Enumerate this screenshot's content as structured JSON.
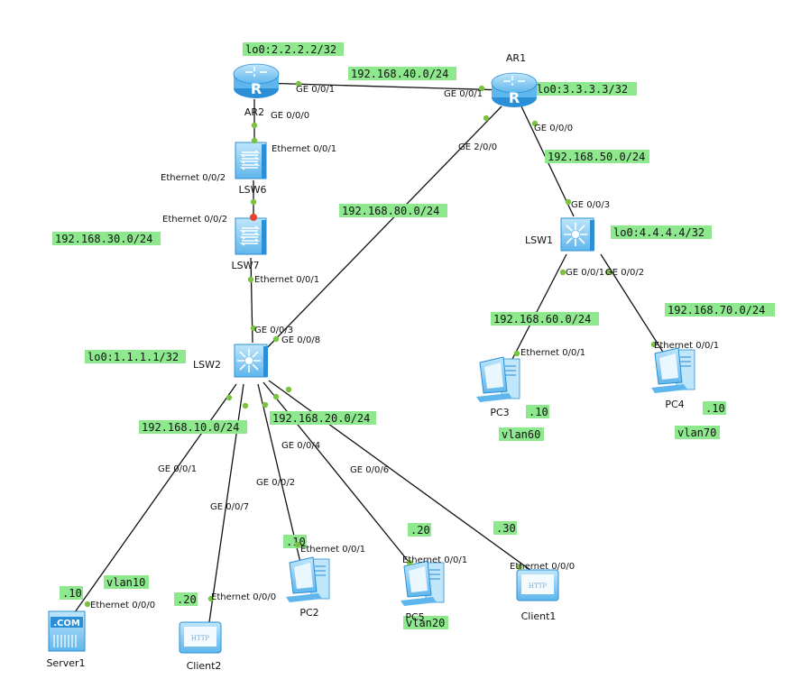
{
  "colors": {
    "link": "#111111",
    "port_dot": "#7cc242",
    "highlight_dot": "#e8432d",
    "tag_bg": "#8ee88e",
    "device_light": "#bfe6fb",
    "device_mid": "#5fb6ec",
    "device_dark": "#2a8fd6"
  },
  "devices": [
    {
      "id": "AR2",
      "kind": "router",
      "icon": "router-icon",
      "label": "AR2"
    },
    {
      "id": "AR1",
      "kind": "router",
      "icon": "router-icon",
      "label": "AR1"
    },
    {
      "id": "LSW6",
      "kind": "switch",
      "icon": "switch-icon",
      "label": "LSW6"
    },
    {
      "id": "LSW7",
      "kind": "switch",
      "icon": "switch-icon",
      "label": "LSW7"
    },
    {
      "id": "LSW1",
      "kind": "l3switch",
      "icon": "l3-switch-icon",
      "label": "LSW1"
    },
    {
      "id": "LSW2",
      "kind": "l3switch",
      "icon": "l3-switch-icon",
      "label": "LSW2"
    },
    {
      "id": "PC3",
      "kind": "pc",
      "icon": "pc-icon",
      "label": "PC3"
    },
    {
      "id": "PC4",
      "kind": "pc",
      "icon": "pc-icon",
      "label": "PC4"
    },
    {
      "id": "PC2",
      "kind": "pc",
      "icon": "pc-icon",
      "label": "PC2"
    },
    {
      "id": "PC5",
      "kind": "pc",
      "icon": "pc-icon",
      "label": "PC5"
    },
    {
      "id": "Client1",
      "kind": "client",
      "icon": "http-client-icon",
      "label": "Client1"
    },
    {
      "id": "Client2",
      "kind": "client",
      "icon": "http-client-icon",
      "label": "Client2"
    },
    {
      "id": "Server1",
      "kind": "server",
      "icon": "server-icon",
      "label": "Server1"
    }
  ],
  "icon_text": {
    "router": "R",
    "client": "HTTP",
    "server": ".COM"
  },
  "links": [
    {
      "from": "AR2",
      "to": "AR1",
      "from_port": "GE 0/0/1",
      "to_port": "GE 0/0/1"
    },
    {
      "from": "AR2",
      "to": "LSW6",
      "from_port": "GE 0/0/0",
      "to_port": "Ethernet 0/0/1"
    },
    {
      "from": "LSW6",
      "to": "LSW7",
      "from_port": "Ethernet 0/0/2",
      "to_port": "Ethernet 0/0/2",
      "blocked": true
    },
    {
      "from": "LSW7",
      "to": "LSW2",
      "from_port": "Ethernet 0/0/1",
      "to_port": "GE 0/0/3"
    },
    {
      "from": "AR1",
      "to": "LSW2",
      "from_port": "GE 2/0/0",
      "to_port": "GE 0/0/8"
    },
    {
      "from": "AR1",
      "to": "LSW1",
      "from_port": "GE 0/0/0",
      "to_port": "GE 0/0/3"
    },
    {
      "from": "LSW1",
      "to": "PC3",
      "from_port": "GE 0/0/1",
      "to_port": "Ethernet 0/0/1"
    },
    {
      "from": "LSW1",
      "to": "PC4",
      "from_port": "GE 0/0/2",
      "to_port": "Ethernet 0/0/1"
    },
    {
      "from": "LSW2",
      "to": "Server1",
      "from_port": "GE 0/0/1",
      "to_port": "Ethernet 0/0/0"
    },
    {
      "from": "LSW2",
      "to": "Client2",
      "from_port": "GE 0/0/7",
      "to_port": "Ethernet 0/0/0"
    },
    {
      "from": "LSW2",
      "to": "PC2",
      "from_port": "GE 0/0/2",
      "to_port": "Ethernet 0/0/1"
    },
    {
      "from": "LSW2",
      "to": "PC5",
      "from_port": "GE 0/0/4",
      "to_port": "Ethernet 0/0/1"
    },
    {
      "from": "LSW2",
      "to": "Client1",
      "from_port": "GE 0/0/6",
      "to_port": "Ethernet 0/0/0"
    }
  ],
  "tags": [
    "lo0:2.2.2.2/32",
    "192.168.40.0/24",
    "lo0:3.3.3.3/32",
    "192.168.50.0/24",
    "192.168.80.0/24",
    "192.168.30.0/24",
    "lo0:4.4.4.4/32",
    "192.168.60.0/24",
    "192.168.70.0/24",
    "lo0:1.1.1.1/32",
    ".10",
    ".10",
    "vlan60",
    "vlan70",
    "192.168.10.0/24",
    "192.168.20.0/24",
    ".20",
    ".30",
    ".10",
    ".10",
    "vlan10",
    ".20",
    "vlan20"
  ]
}
